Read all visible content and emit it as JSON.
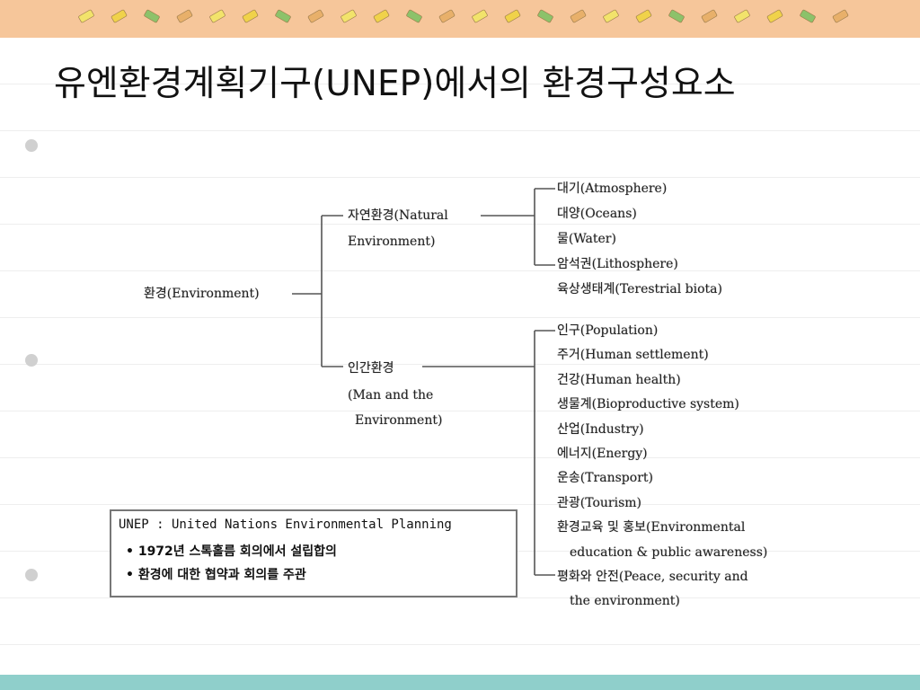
{
  "slide": {
    "title": "유엔환경계획기구(UNEP)에서의 환경구성요소",
    "colors": {
      "top_band": "#f6c69a",
      "bottom_band": "#8fcfcb",
      "bullet": "#d0d0d0"
    },
    "decoration_icons": [
      "pencil-icon",
      "eraser-icon"
    ]
  },
  "diagram": {
    "root": "환경(Environment)",
    "natural": {
      "label_line1": "자연환경(Natural",
      "label_line2": "Environment)",
      "children": [
        "대기(Atmosphere)",
        "대양(Oceans)",
        "물(Water)",
        "암석권(Lithosphere)",
        "육상생태계(Terestrial biota)"
      ]
    },
    "human": {
      "label_line1": "인간환경",
      "label_line2": "(Man and the",
      "label_line3": "Environment)",
      "children": [
        "인구(Population)",
        "주거(Human settlement)",
        "건강(Human health)",
        "생물계(Bioproductive system)",
        "산업(Industry)",
        "에너지(Energy)",
        "운송(Transport)",
        "관광(Tourism)",
        "환경교육 및 홍보(Environmental",
        "education & public awareness)",
        "평화와 안전(Peace, security and",
        "the environment)"
      ]
    }
  },
  "note": {
    "heading": "UNEP : United Nations Environmental Planning",
    "lines": [
      "• 1972년 스톡홀름 회의에서 설립합의",
      "• 환경에 대한 협약과 회의를 주관"
    ]
  }
}
